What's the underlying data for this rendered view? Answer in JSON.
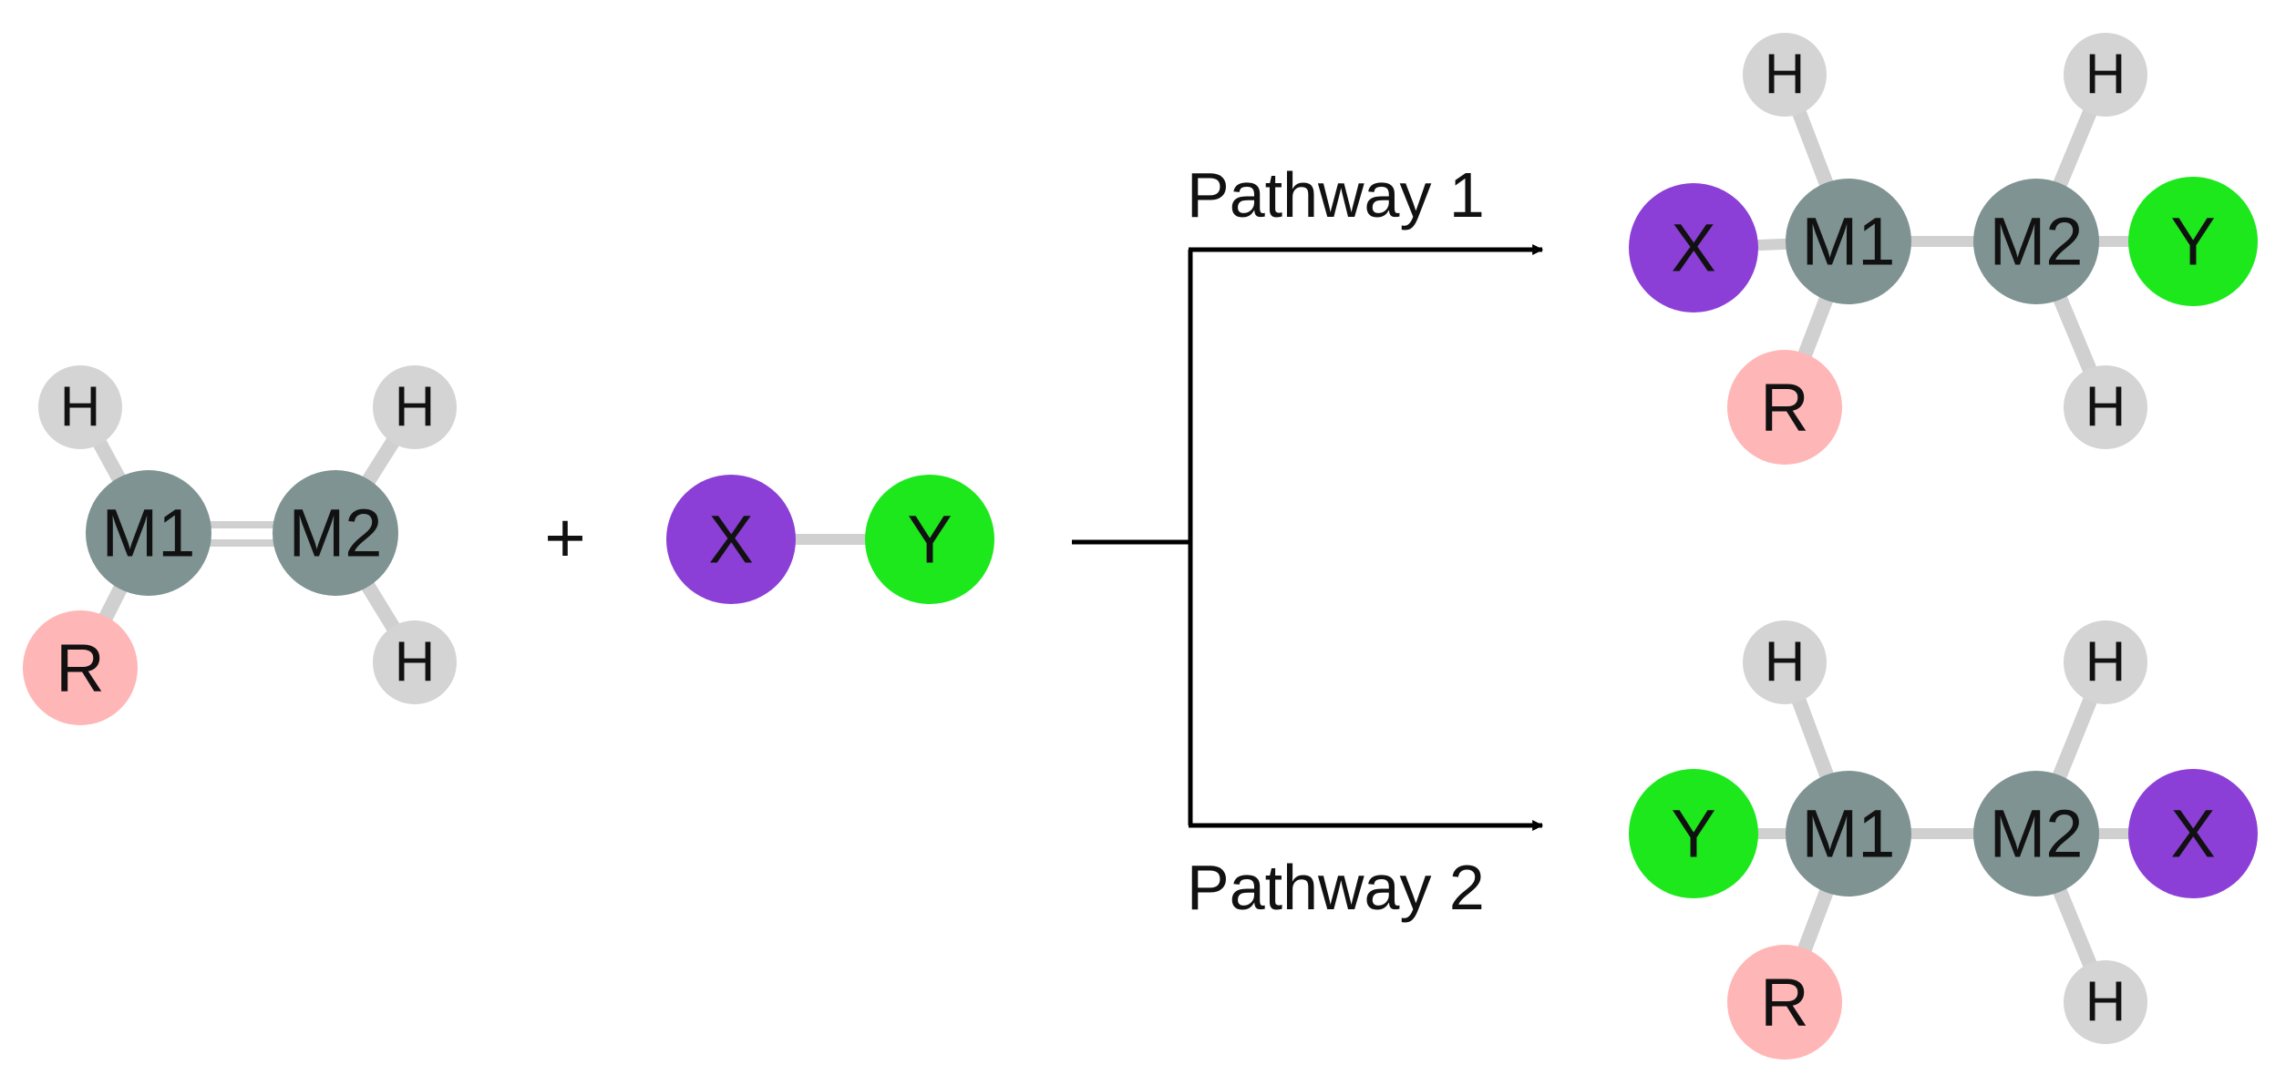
{
  "colors": {
    "metal": "#7F9393",
    "hydrogen": "#D4D4D4",
    "r_group": "#FFB6B6",
    "x_atom": "#8C3FD6",
    "y_atom": "#1CE81C",
    "bond": "#D0D0D0",
    "arrow": "#000000"
  },
  "labels": {
    "plus": "+",
    "pathway1": "Pathway 1",
    "pathway2": "Pathway 2"
  },
  "molecules": {
    "alkene": {
      "M1": "M1",
      "M2": "M2",
      "H_top_left": "H",
      "H_top_right": "H",
      "H_bottom_right": "H",
      "R": "R"
    },
    "reagent": {
      "X": "X",
      "Y": "Y"
    },
    "product1": {
      "X": "X",
      "M1": "M1",
      "M2": "M2",
      "Y": "Y",
      "H_M1": "H",
      "R": "R",
      "H_M2_top": "H",
      "H_M2_bottom": "H"
    },
    "product2": {
      "Y": "Y",
      "M1": "M1",
      "M2": "M2",
      "X": "X",
      "H_M1": "H",
      "R": "R",
      "H_M2_top": "H",
      "H_M2_bottom": "H"
    }
  }
}
